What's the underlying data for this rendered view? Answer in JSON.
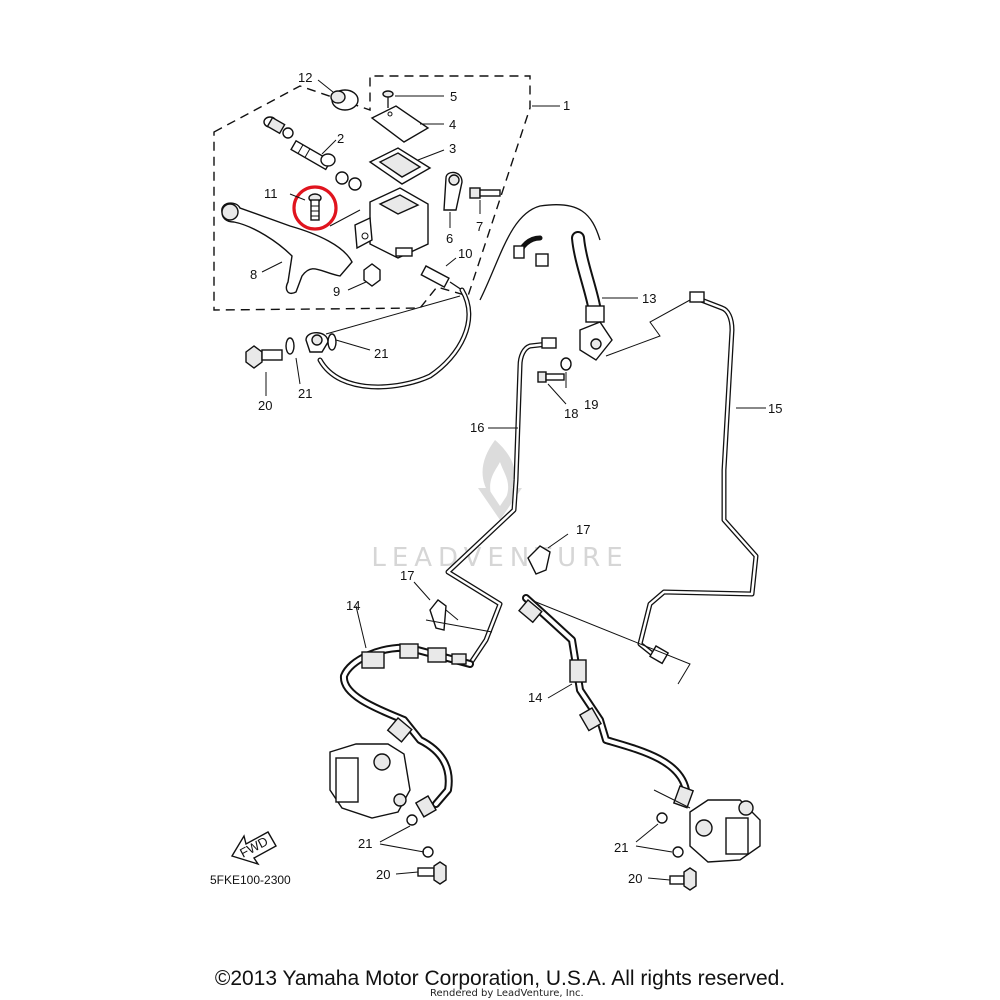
{
  "callouts": [
    {
      "id": "c12",
      "label": "12"
    },
    {
      "id": "c5",
      "label": "5"
    },
    {
      "id": "c1",
      "label": "1"
    },
    {
      "id": "c4",
      "label": "4"
    },
    {
      "id": "c2",
      "label": "2"
    },
    {
      "id": "c3",
      "label": "3"
    },
    {
      "id": "c11",
      "label": "11"
    },
    {
      "id": "c6",
      "label": "6"
    },
    {
      "id": "c7",
      "label": "7"
    },
    {
      "id": "c8",
      "label": "8"
    },
    {
      "id": "c10",
      "label": "10"
    },
    {
      "id": "c9",
      "label": "9"
    },
    {
      "id": "c13",
      "label": "13"
    },
    {
      "id": "c21a",
      "label": "21"
    },
    {
      "id": "c21b",
      "label": "21"
    },
    {
      "id": "c20a",
      "label": "20"
    },
    {
      "id": "c18",
      "label": "18"
    },
    {
      "id": "c19",
      "label": "19"
    },
    {
      "id": "c16",
      "label": "16"
    },
    {
      "id": "c15",
      "label": "15"
    },
    {
      "id": "c17a",
      "label": "17"
    },
    {
      "id": "c17b",
      "label": "17"
    },
    {
      "id": "c14a",
      "label": "14"
    },
    {
      "id": "c14b",
      "label": "14"
    },
    {
      "id": "c21c",
      "label": "21"
    },
    {
      "id": "c21d",
      "label": "21"
    },
    {
      "id": "c20b",
      "label": "20"
    },
    {
      "id": "c20c",
      "label": "20"
    }
  ],
  "diagram_code": "5FKE100-2300",
  "fwd_label": "FWD",
  "watermark_text": "LEADVENTURE",
  "footer": {
    "copyright": "©2013 Yamaha Motor Corporation, U.S.A. All rights reserved.",
    "rendered_by": "Rendered by LeadVenture, Inc."
  },
  "highlight": {
    "part": "11",
    "color": "#e0141e"
  },
  "colors": {
    "ink": "#111111",
    "watermark": "#d6d6d6"
  }
}
